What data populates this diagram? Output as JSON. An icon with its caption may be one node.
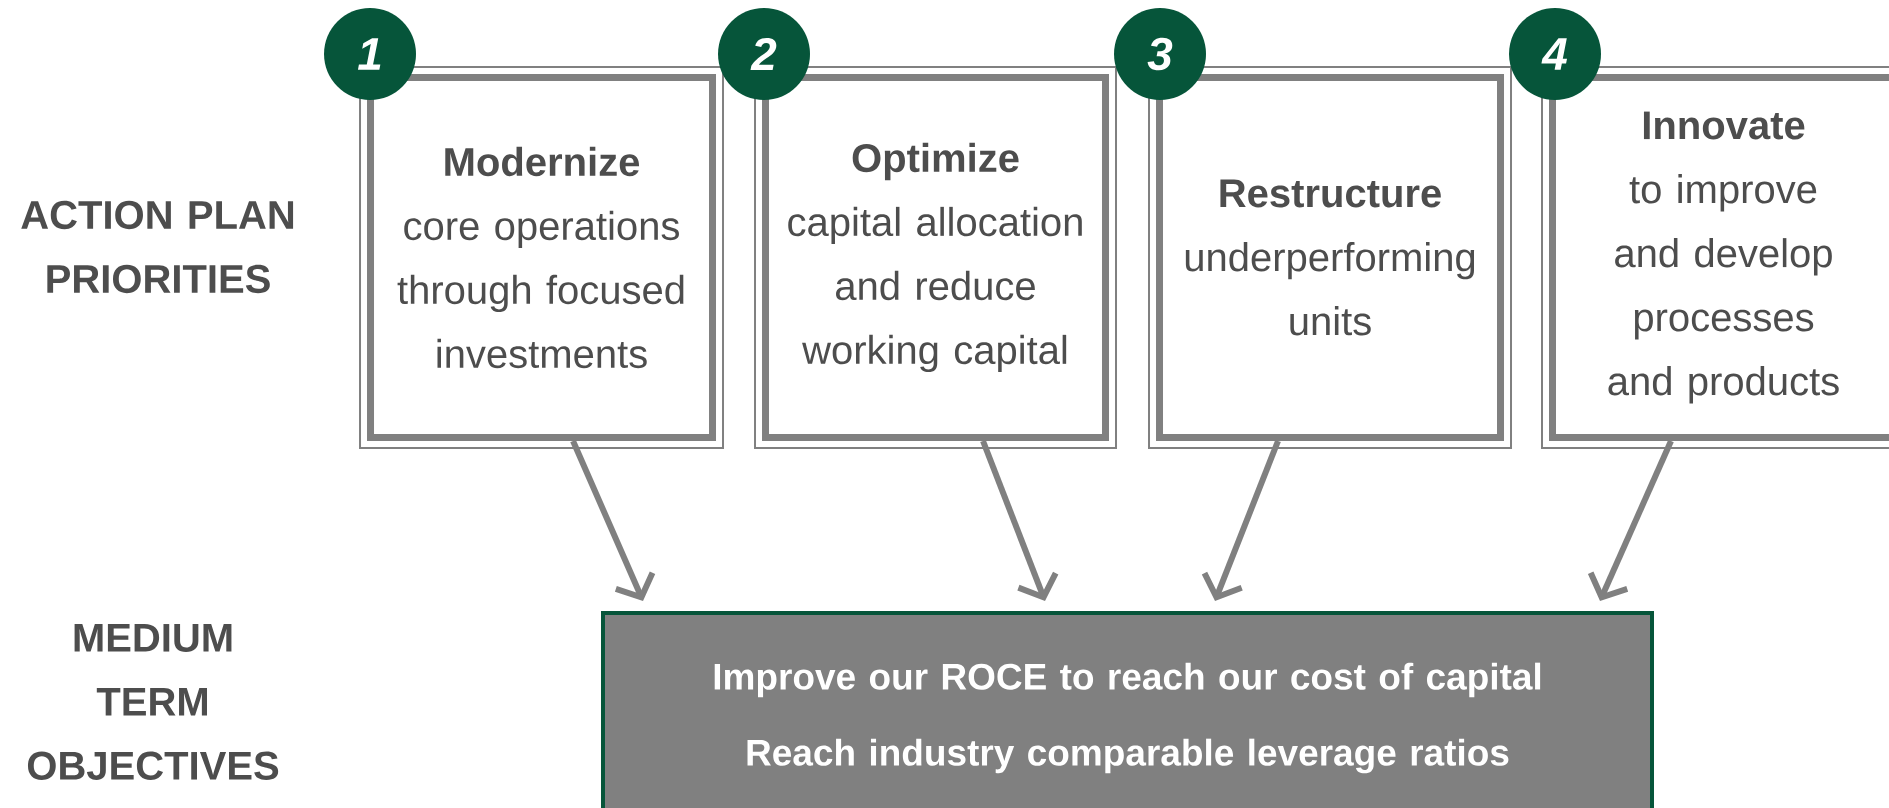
{
  "diagram": {
    "nodes": [
      {
        "text": [
          "1"
        ]
      },
      {
        "text": [
          "Modernize",
          "core operations through focused investments"
        ]
      },
      {
        "text": [
          "2"
        ]
      },
      {
        "text": [
          "Optimize",
          "capital allocation and reduce working capital"
        ]
      },
      {
        "text": [
          "3"
        ]
      },
      {
        "text": [
          "Restructure",
          "underperforming units"
        ]
      },
      {
        "text": [
          "4"
        ]
      },
      {
        "text": [
          "Innovate",
          "to improve and develop processes and products"
        ]
      },
      {
        "text": [
          "Improve our ROCE to reach our cost of capital",
          "Reach industry comparable leverage ratios"
        ]
      }
    ],
    "edges": [
      {
        "from": 1,
        "to": 8,
        "arrow": "to"
      },
      {
        "from": 3,
        "to": 8,
        "arrow": "to"
      },
      {
        "from": 5,
        "to": 8,
        "arrow": "to"
      },
      {
        "from": 7,
        "to": 8,
        "arrow": "to"
      }
    ],
    "labels": [
      "ACTION PLAN PRIORITIES",
      "MEDIUM TERM OBJECTIVES"
    ]
  }
}
